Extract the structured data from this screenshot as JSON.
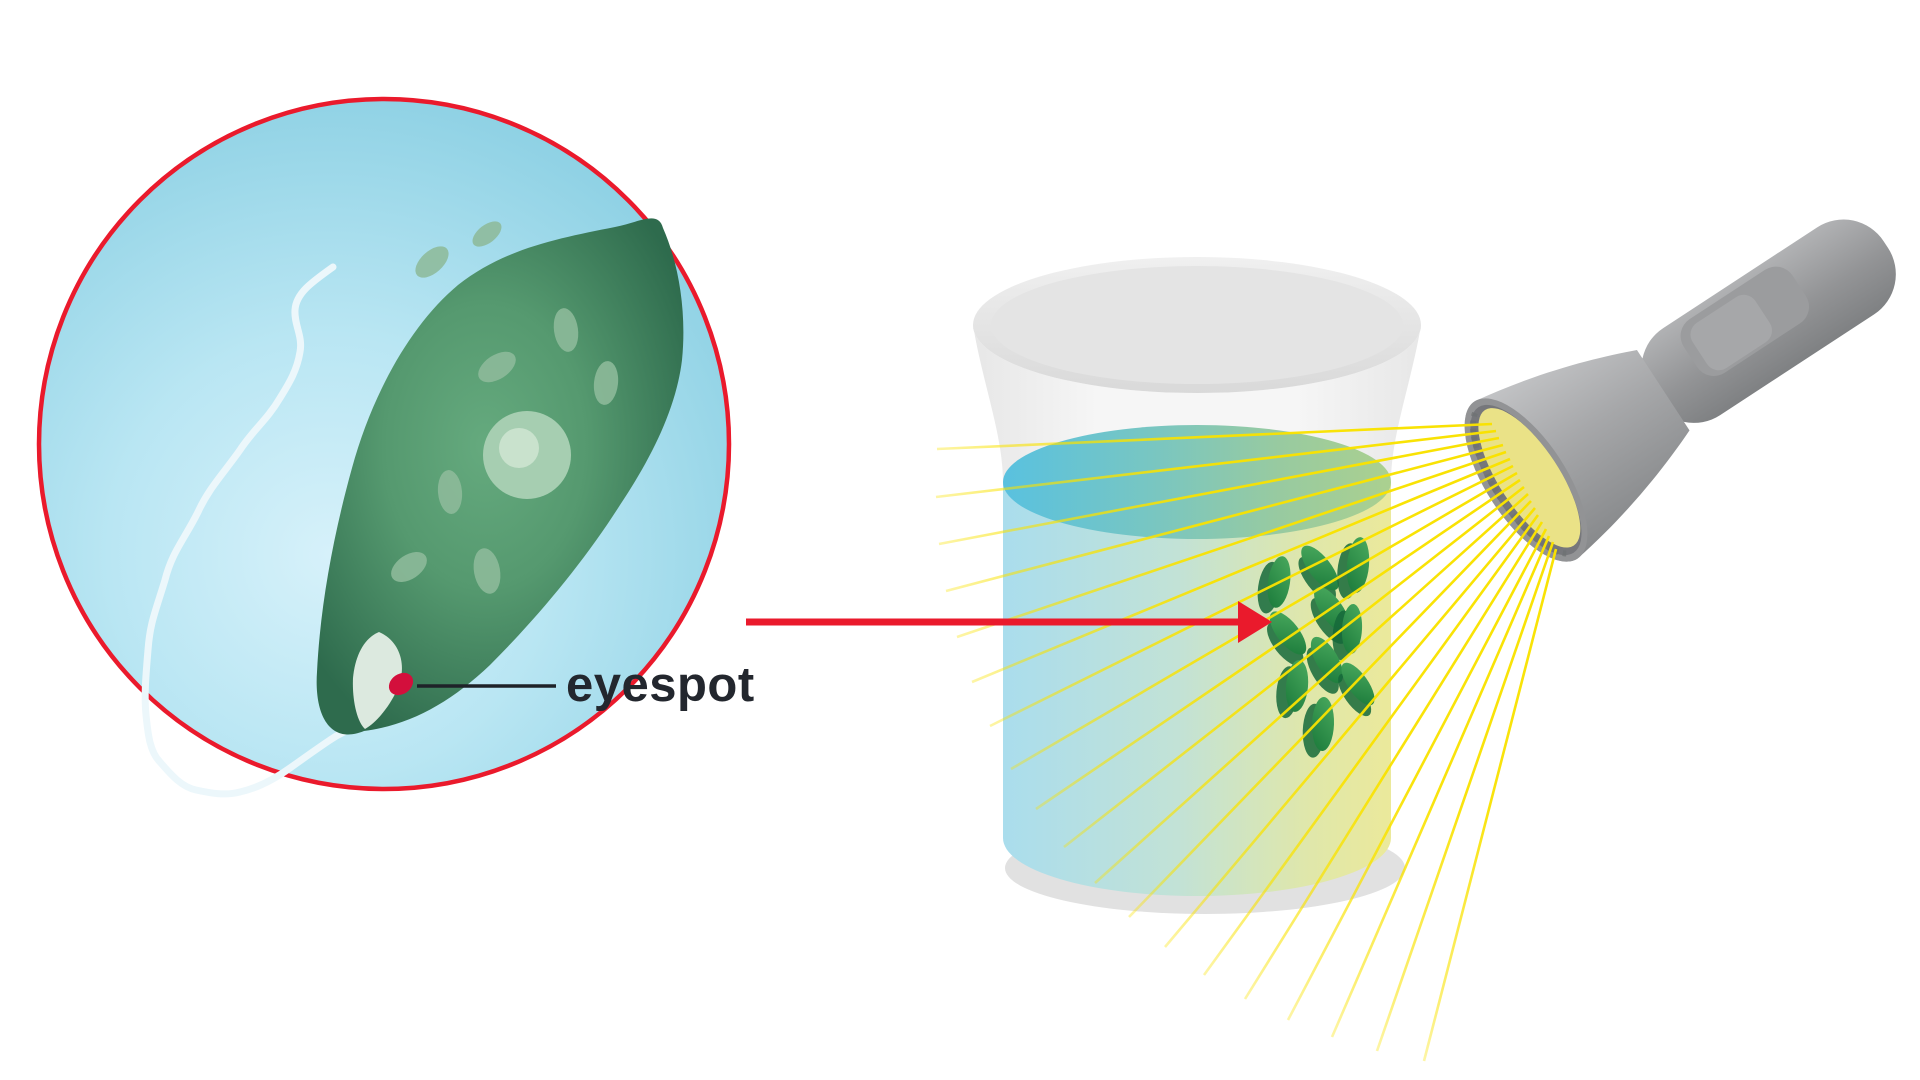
{
  "labels": {
    "eyespot": "eyespot"
  },
  "colors": {
    "accent_red": "#ea1a2c",
    "eyespot_red": "#d30f3c",
    "cell_green_light": "#5ea478",
    "cell_green_dark": "#2e6b4d",
    "cluster_green": "#2c8c46",
    "water_blue": "#aadded",
    "water_yellow": "#ebe99b",
    "ray_yellow": "#f9e200",
    "flashlight_gray": "#97989a",
    "magnifier_blue": "#a9dff0",
    "background": "#ffffff"
  },
  "counts": {
    "cluster_cells": 10,
    "light_rays": 19,
    "chloroplast_patches": 8
  }
}
